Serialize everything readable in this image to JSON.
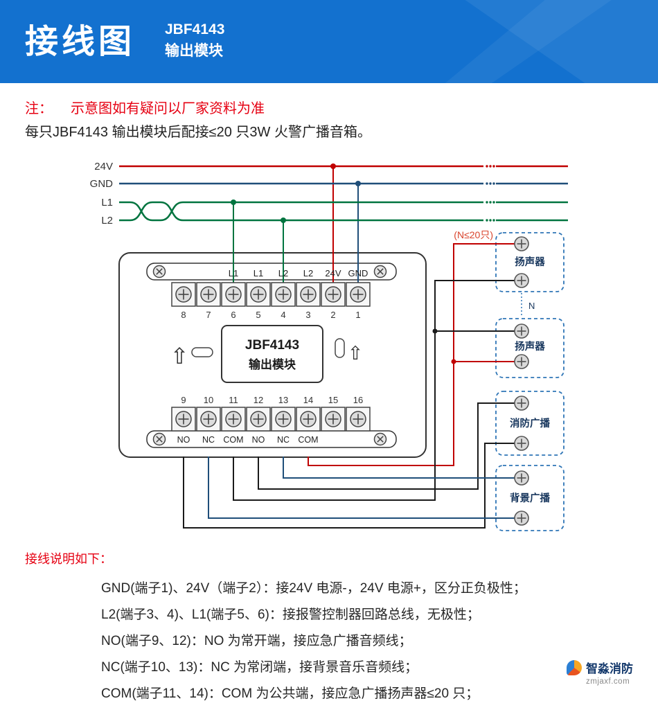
{
  "colors": {
    "header_bg": "#1371cf",
    "accent_red": "#e60012",
    "wire_red": "#c00000",
    "wire_blue": "#1f4e79",
    "wire_green": "#00743f",
    "wire_black": "#1a1a1a",
    "device_border": "#2e75b6",
    "device_label": "#17365d",
    "limit_note": "#d9442c"
  },
  "header": {
    "title": "接线图",
    "model": "JBF4143",
    "subtitle": "输出模块"
  },
  "notes": {
    "warning_label": "注：",
    "warning": "示意图如有疑问以厂家资料为准",
    "description": "每只JBF4143 输出模块后配接≤20 只3W 火警广播音箱。"
  },
  "diagram": {
    "bus_labels": [
      "24V",
      "GND",
      "L1",
      "L2"
    ],
    "module": {
      "name": "JBF4143",
      "type": "输出模块",
      "top_terminal_labels": [
        "L1",
        "L1",
        "L2",
        "L2",
        "24V",
        "GND"
      ],
      "top_terminal_numbers": [
        "8",
        "7",
        "6",
        "5",
        "4",
        "3",
        "2",
        "1"
      ],
      "bottom_terminal_numbers": [
        "9",
        "10",
        "11",
        "12",
        "13",
        "14",
        "15",
        "16"
      ],
      "bottom_terminal_labels": [
        "NO",
        "NC",
        "COM",
        "NO",
        "NC",
        "COM"
      ]
    },
    "speaker_limit_note": "(N≤20只)",
    "n_label": "N",
    "devices": [
      {
        "label": "扬声器"
      },
      {
        "label": "扬声器"
      },
      {
        "label": "消防广播"
      },
      {
        "label": "背景广播"
      }
    ],
    "icons": {
      "up_arrow": "⇧"
    }
  },
  "instructions": {
    "heading": "接线说明如下：",
    "lines": [
      "GND(端子1)、24V（端子2）：接24V 电源-，24V 电源+，区分正负极性；",
      "L2(端子3、4)、L1(端子5、6)：接报警控制器回路总线，无极性；",
      "NO(端子9、12)：NO 为常开端，接应急广播音频线；",
      "NC(端子10、13)：NC 为常闭端，接背景音乐音频线；",
      "COM(端子11、14)：COM 为公共端，接应急广播扬声器≤20 只；"
    ]
  },
  "footer": {
    "brand": "智淼消防",
    "website": "zmjaxf.com"
  }
}
